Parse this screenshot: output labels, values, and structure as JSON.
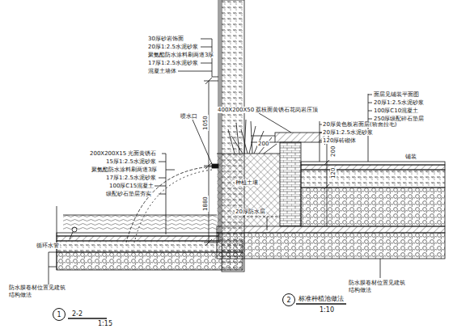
{
  "diagram": {
    "nodes": [
      {
        "text": [
          "1"
        ]
      },
      {
        "text": [
          "2"
        ]
      }
    ],
    "labels": [
      "30厚砂岩饰面",
      "20厚1:2.5水泥砂浆",
      "聚氨酯防水涂料刷两道3厚",
      "17厚1:2.5水泥砂浆",
      "混凝土墙体",
      "1050",
      "1880",
      "喷水口",
      "200X200X15 光面黄锈石",
      "15厚1:2.5水泥砂浆",
      "聚氨酯防水涂料刷两道3厚",
      "17厚1:2.5水泥砂浆",
      "100厚C15混凝土",
      "级配砂石垫层夯实",
      "循环水管",
      "防水膜卷材位置见建筑",
      "结构做法",
      "2-2",
      "1:15",
      "400X200X50 荔枝面黄锈石花岗岩压顶",
      "200",
      "20厚黄色板岩面层(斩面拉毛)",
      "20厚1:2.5水泥砂浆",
      "120厚砖砌体",
      "面层见铺装平面图",
      "20厚1:2.5水泥砂浆",
      "100厚C10混凝土",
      "250厚级配碎石垫层",
      "种植土壤",
      "铺装",
      "200",
      "120",
      "20厚防水层",
      "标准种植池做法",
      "1:10",
      "防水膜卷材位置见建筑",
      "结构做法"
    ]
  }
}
